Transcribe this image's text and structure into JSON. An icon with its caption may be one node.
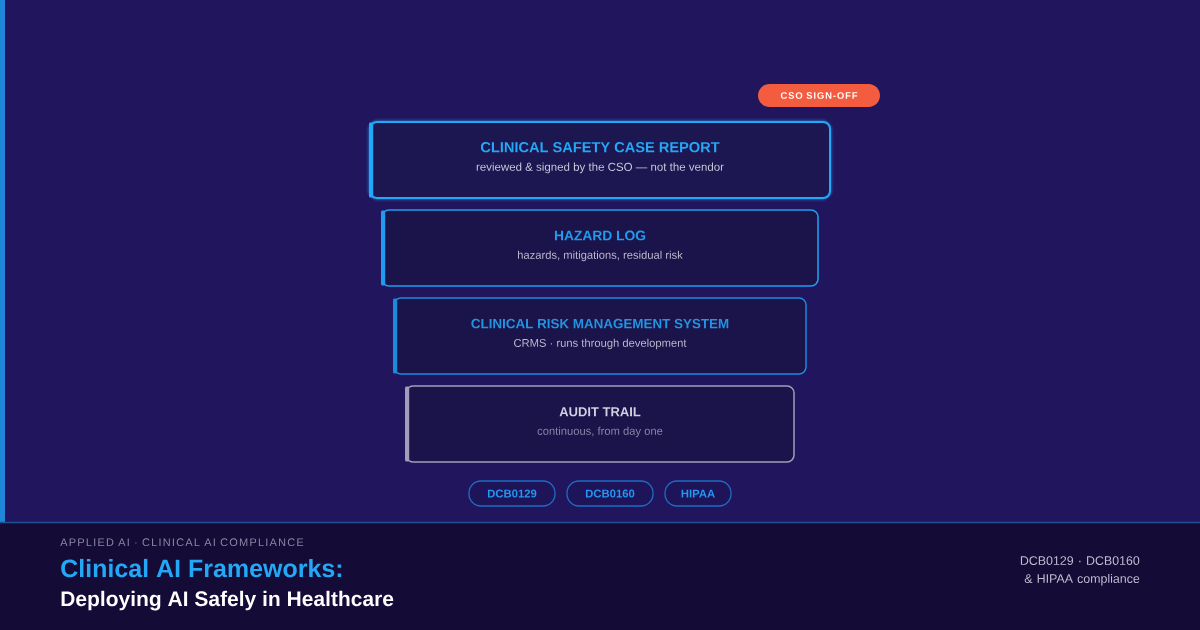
{
  "diagram": {
    "title": "Clinical AI Frameworks:",
    "nodes": [
      {
        "text": [
          "CSO SIGN-OFF"
        ]
      },
      {
        "text": [
          "CLINICAL SAFETY CASE REPORT",
          "reviewed & signed by the CSO — not the vendor"
        ]
      },
      {
        "text": [
          "HAZARD LOG",
          "hazards, mitigations, residual risk"
        ]
      },
      {
        "text": [
          "CLINICAL RISK MANAGEMENT SYSTEM",
          "CRMS · runs through development"
        ]
      },
      {
        "text": [
          "AUDIT TRAIL",
          "continuous, from day one"
        ]
      },
      {
        "text": [
          "DCB0129"
        ]
      },
      {
        "text": [
          "DCB0160"
        ]
      },
      {
        "text": [
          "HIPAA"
        ]
      }
    ],
    "labels": [
      "APPLIED AI · CLINICAL AI COMPLIANCE",
      "Deploying AI Safely in Healthcare",
      "DCB0129 · DCB0160 & HIPAA compliance"
    ]
  }
}
